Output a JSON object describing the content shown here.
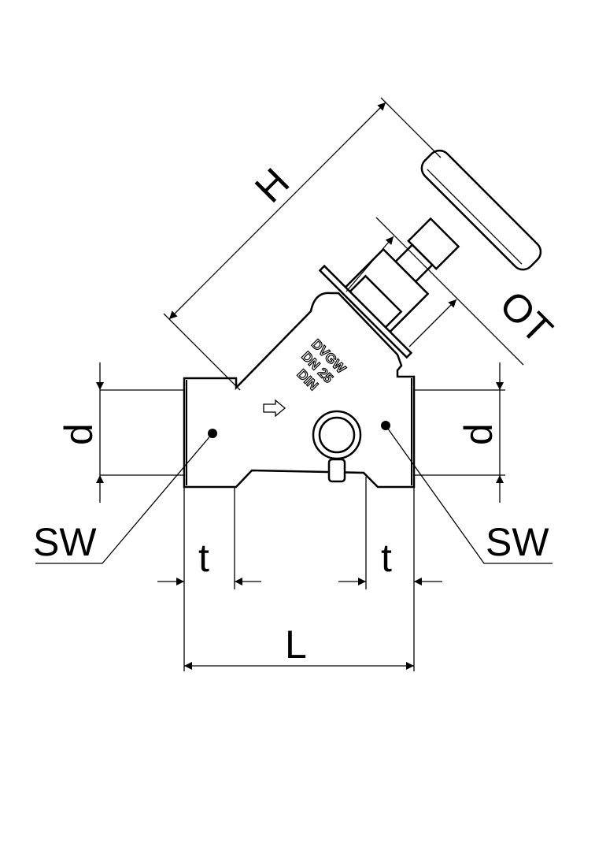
{
  "diagram": {
    "title": "Angle-seat valve dimension drawing",
    "labels": {
      "height": "H",
      "actuator_width": "OT",
      "diameter_left": "d",
      "diameter_right": "d",
      "spanner_left": "SW",
      "spanner_right": "SW",
      "thread_left": "t",
      "thread_right": "t",
      "length": "L"
    },
    "body_marking": [
      "DVGW",
      "DN 25",
      "DIN"
    ],
    "colors": {
      "line": "#000000",
      "background": "#ffffff"
    }
  }
}
